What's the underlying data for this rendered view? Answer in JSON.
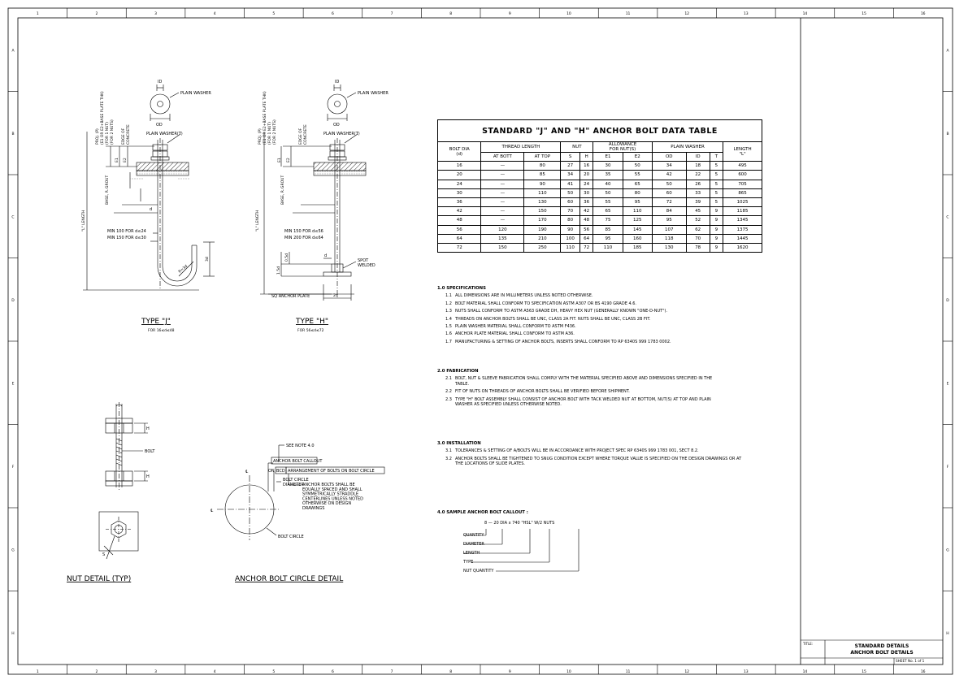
{
  "border": {
    "columns": [
      "1",
      "2",
      "3",
      "4",
      "5",
      "6",
      "7",
      "8",
      "9",
      "10",
      "11",
      "12",
      "13",
      "14",
      "15",
      "16"
    ],
    "rows": [
      "A",
      "B",
      "C",
      "D",
      "E",
      "F",
      "G",
      "H"
    ]
  },
  "type_j": {
    "id": "ID",
    "od": "OD",
    "plain_washer": "PLAIN WASHER",
    "plain_washer_t": "PLAIN WASHER(T)",
    "proj": "PROJ. (P)",
    "proj_2": "(E1 OR E2+BASE PLATE THK)",
    "for1": "(FOR 1 NUT)",
    "for2": "(FOR 2 NUTS)",
    "edge1": "EDGE OF",
    "edge2": "CONCRETE",
    "e1": "E1",
    "e2": "E2",
    "grout": "GROUT",
    "base": "BASE, R.",
    "length": "\"L\" LENGTH",
    "d": "d",
    "min1": "MIN 100 FOR d≤24",
    "min2": "MIN 150 FOR d≤30",
    "three_d": "3d",
    "r": "R=3d",
    "title": "TYPE \"J\"",
    "sub": "FOR 16≤d≤48"
  },
  "type_h": {
    "id": "ID",
    "od": "OD",
    "plain_washer": "PLAIN WASHER",
    "plain_washer_t": "PLAIN WASHER(T)",
    "proj": "PROJ. (P)",
    "proj_2": "(E1 OR E2+BASE PLATE THK)",
    "for1": "(FOR 1 NUT)",
    "for2": "(FOR 2 NUTS)",
    "edge1": "EDGE OF",
    "edge2": "CONCRETE",
    "e1": "E1",
    "e2": "E2",
    "grout": "GROUT",
    "base": "BASE, R.",
    "length": "\"L\" LENGTH",
    "min1": "MIN 150 FOR d≤56",
    "min2": "MIN 200 FOR d≤64",
    "d": "d",
    "spot": "SPOT",
    "welded": "WELDED",
    "d15": "1.5d",
    "d05": "0.5d",
    "plate": "SQ ANCHOR PLATE",
    "two_d": "2d",
    "title": "TYPE \"H\"",
    "sub": "FOR 56≤d≤72"
  },
  "nut_detail": {
    "h": "H",
    "bolt": "BOLT",
    "s": "S",
    "title": "NUT DETAIL (TYP)"
  },
  "circle_detail": {
    "see_note": "SEE NOTE 4.0",
    "callout": "ANCHOR BOLT CALLOUT",
    "on": "ON",
    "bcd": "BCD",
    "arrangement": "ARRANGEMENT OF BOLTS ON BOLT CIRCLE",
    "bcd1": "BOLT CIRCLE",
    "bcd2": "DIAMETER",
    "note": [
      "ANCHOR BOLTS SHALL BE",
      "EQUALLY SPACED AND SHALL",
      "SYMMETRICALLY STRADDLE",
      "CENTERLINES UNLESS NOTED",
      "OTHERWISE ON DESIGN",
      "DRAWINGS"
    ],
    "cl": "℄",
    "bolt_circle": "BOLT CIRCLE",
    "title": "ANCHOR BOLT CIRCLE DETAIL"
  },
  "table": {
    "title": "STANDARD \"J\" AND \"H\" ANCHOR BOLT DATA TABLE",
    "h_bolt": "BOLT DIA",
    "h_d": "(d)",
    "h_thread": "THREAD LENGTH",
    "h_nut": "NUT",
    "h_allow": "ALLOWANCE",
    "h_allow2": "FOR NUT(S)",
    "h_washer": "PLAIN WASHER",
    "h_length": "LENGTH",
    "h_l": "\"L\"",
    "sub": [
      "AT BOTT",
      "AT TOP",
      "S",
      "H",
      "E1",
      "E2",
      "OD",
      "ID",
      "T"
    ],
    "rows": [
      [
        "16",
        "—",
        "80",
        "27",
        "16",
        "30",
        "50",
        "34",
        "18",
        "5",
        "495"
      ],
      [
        "20",
        "—",
        "85",
        "34",
        "20",
        "35",
        "55",
        "42",
        "22",
        "5",
        "600"
      ],
      [
        "24",
        "—",
        "90",
        "41",
        "24",
        "40",
        "65",
        "50",
        "26",
        "5",
        "705"
      ],
      [
        "30",
        "—",
        "110",
        "50",
        "30",
        "50",
        "80",
        "60",
        "33",
        "5",
        "865"
      ],
      [
        "36",
        "—",
        "130",
        "60",
        "36",
        "55",
        "95",
        "72",
        "39",
        "5",
        "1025"
      ],
      [
        "42",
        "—",
        "150",
        "70",
        "42",
        "65",
        "110",
        "84",
        "45",
        "9",
        "1185"
      ],
      [
        "48",
        "—",
        "170",
        "80",
        "48",
        "75",
        "125",
        "95",
        "52",
        "9",
        "1345"
      ],
      [
        "56",
        "120",
        "190",
        "90",
        "56",
        "85",
        "145",
        "107",
        "62",
        "9",
        "1375"
      ],
      [
        "64",
        "135",
        "210",
        "100",
        "64",
        "95",
        "160",
        "118",
        "70",
        "9",
        "1445"
      ],
      [
        "72",
        "150",
        "250",
        "110",
        "72",
        "110",
        "185",
        "130",
        "78",
        "9",
        "1620"
      ]
    ]
  },
  "spec1": {
    "heading": "1.0 SPECIFICATIONS",
    "items": [
      [
        "1.1",
        "ALL DIMENSIONS ARE IN MILLIMETERS UNLESS NOTED OTHERWISE."
      ],
      [
        "1.2",
        "BOLT MATERIAL SHALL CONFORM TO SPECIFICATION ASTM A307 OR BS 4190 GRADE 4.6."
      ],
      [
        "1.3",
        "NUTS SHALL CONFORM TO ASTM A563 GRADE DH, HEAVY HEX NUT (GENERALLY KNOWN \"ONE-D-NUT\")."
      ],
      [
        "1.4",
        "THREADS ON ANCHOR BOLTS SHALL BE UNC, CLASS 2A FIT. NUTS SHALL BE UNC, CLASS 2B FIT."
      ],
      [
        "1.5",
        "PLAIN WASHER MATERIAL SHALL CONFORM TO ASTM F436."
      ],
      [
        "1.6",
        "ANCHOR PLATE MATERIAL SHALL CONFORM TO ASTM A36."
      ],
      [
        "1.7",
        "MANUFACTURING & SETTING OF ANCHOR BOLTS, INSERTS SHALL CONFORM TO RP 6340S 999 1783 0002."
      ]
    ]
  },
  "spec2": {
    "heading": "2.0 FABRICATION",
    "items": [
      [
        "2.1",
        "BOLT, NUT & SLEEVE FABRICATION SHALL COMPLY WITH THE MATERIAL SPECIFIED ABOVE AND DIMENSIONS SPECIFIED IN THE TABLE."
      ],
      [
        "2.2",
        "FIT OF NUTS ON THREADS OF ANCHOR BOLTS SHALL BE VERIFIED BEFORE SHIPMENT."
      ],
      [
        "2.3",
        "TYPE \"H\" BOLT ASSEMBLY SHALL CONSIST OF ANCHOR BOLT WITH TACK WELDED NUT AT BOTTOM, NUT(S) AT TOP AND PLAIN WASHER AS SPECIFIED UNLESS OTHERWISE NOTED."
      ]
    ]
  },
  "spec3": {
    "heading": "3.0 INSTALLATION",
    "items": [
      [
        "3.1",
        "TOLERANCES & SETTING OF A/BOLTS WILL BE IN ACCORDANCE WITH PROJECT SPEC RP 6340S 999 1783 001, SECT 8.2."
      ],
      [
        "3.2",
        "ANCHOR BOLTS SHALL BE TIGHTENED TO SNUG CONDITION EXCEPT WHERE TORQUE VALUE IS SPECIFIED ON THE DESIGN DRAWINGS OR AT THE LOCATIONS OF SLIDE PLATES."
      ]
    ]
  },
  "spec4": {
    "heading": "4.0 SAMPLE ANCHOR BOLT CALLOUT :",
    "callout": "8 — 20 DIA x 740 \"HSL\" W/2 NUTS",
    "labels": [
      "QUANTITY",
      "DIAMETER",
      "LENGTH",
      "TYPE",
      "NUT QUANTITY"
    ]
  },
  "title_block": {
    "title_label": "TITLE:",
    "line1": "STANDARD DETAILS",
    "line2": "ANCHOR BOLT DETAILS",
    "sheet": "SHEET No. 1 of 1"
  }
}
